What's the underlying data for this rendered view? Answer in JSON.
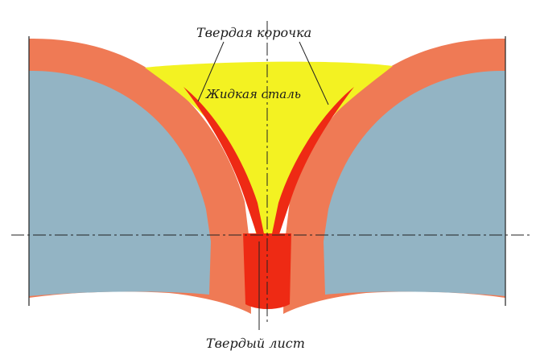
{
  "diagram": {
    "labels": {
      "top": "Твердая корочка",
      "middle": "Жидкая сталь",
      "bottom": "Твердый лист"
    },
    "colors": {
      "roll": "#93b4c4",
      "roll_shell": "#ef7a55",
      "solid_shell": "#ee2a14",
      "liquid_steel": "#f3f222",
      "sheet": "#ee2a14",
      "outline": "#222222",
      "background": "#ffffff"
    }
  }
}
